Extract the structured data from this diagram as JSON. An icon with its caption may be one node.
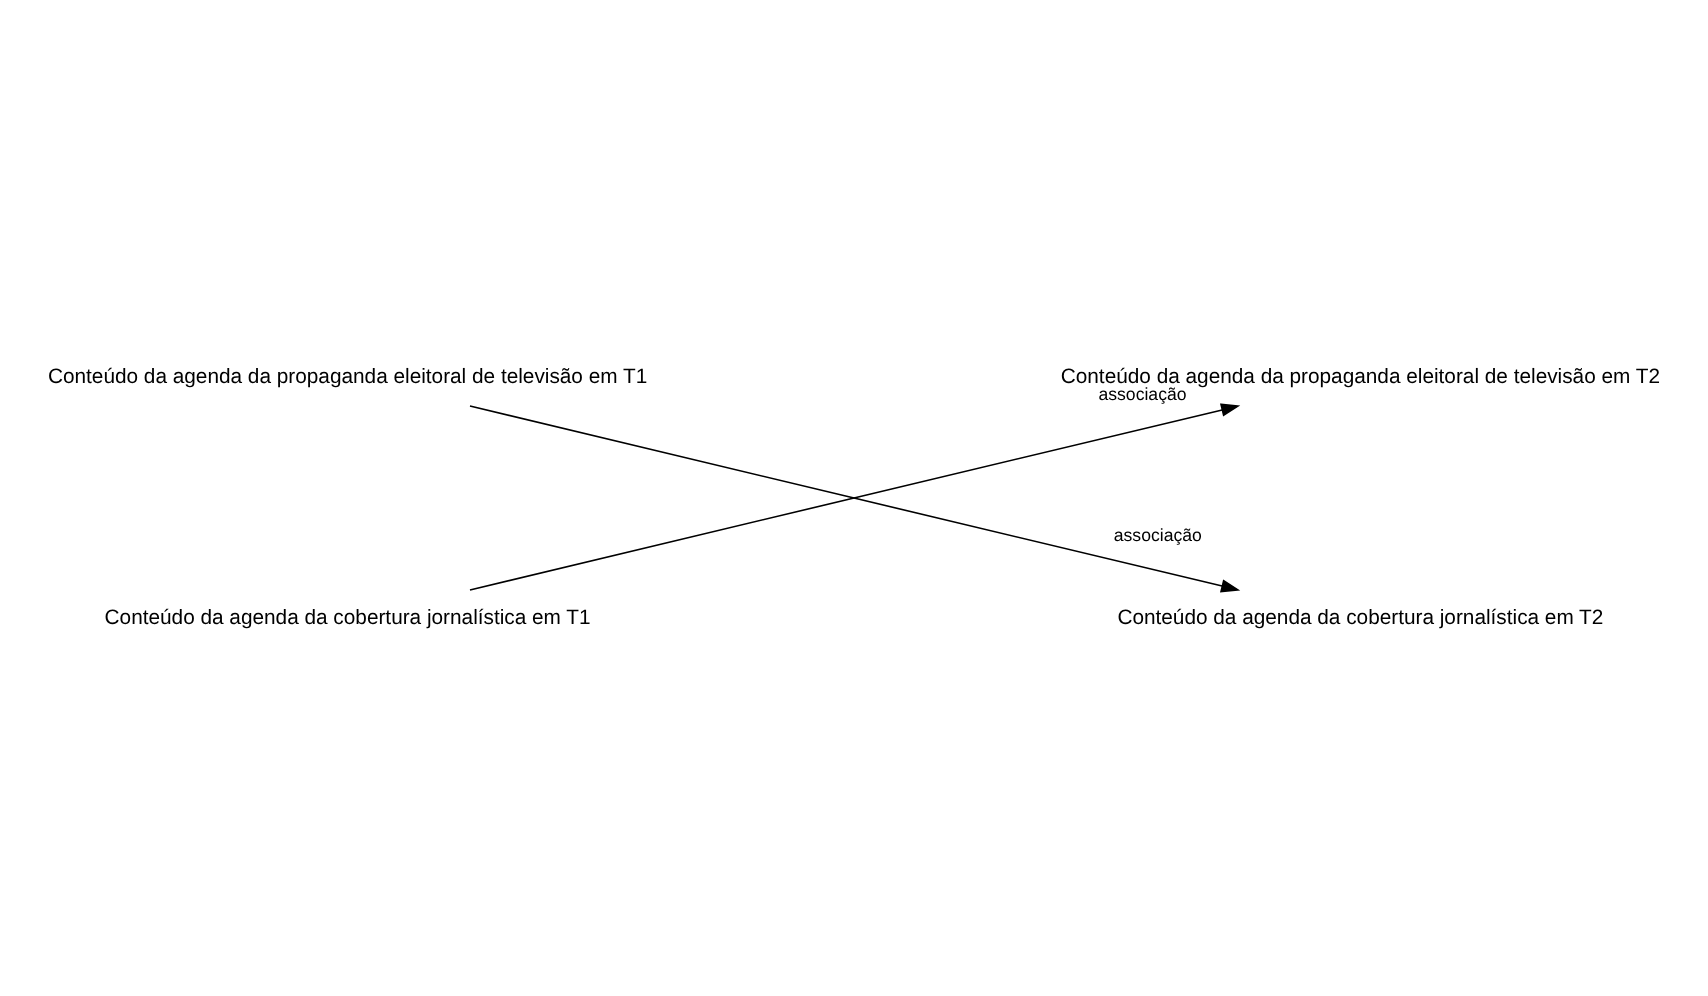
{
  "diagram": {
    "nodes": [
      {
        "text": [
          "Conteúdo da agenda da propaganda eleitoral de televisão em T1"
        ]
      },
      {
        "text": [
          "Conteúdo da agenda da propaganda eleitoral de televisão em T2"
        ]
      },
      {
        "text": [
          "Conteúdo da agenda da cobertura jornalística em T1"
        ]
      },
      {
        "text": [
          "Conteúdo da agenda da cobertura jornalística em T2"
        ]
      }
    ],
    "edges": [
      {
        "from": 0,
        "to": 3,
        "arrow": "to",
        "label": "associação"
      },
      {
        "from": 2,
        "to": 1,
        "arrow": "to",
        "label": "associação"
      }
    ]
  }
}
